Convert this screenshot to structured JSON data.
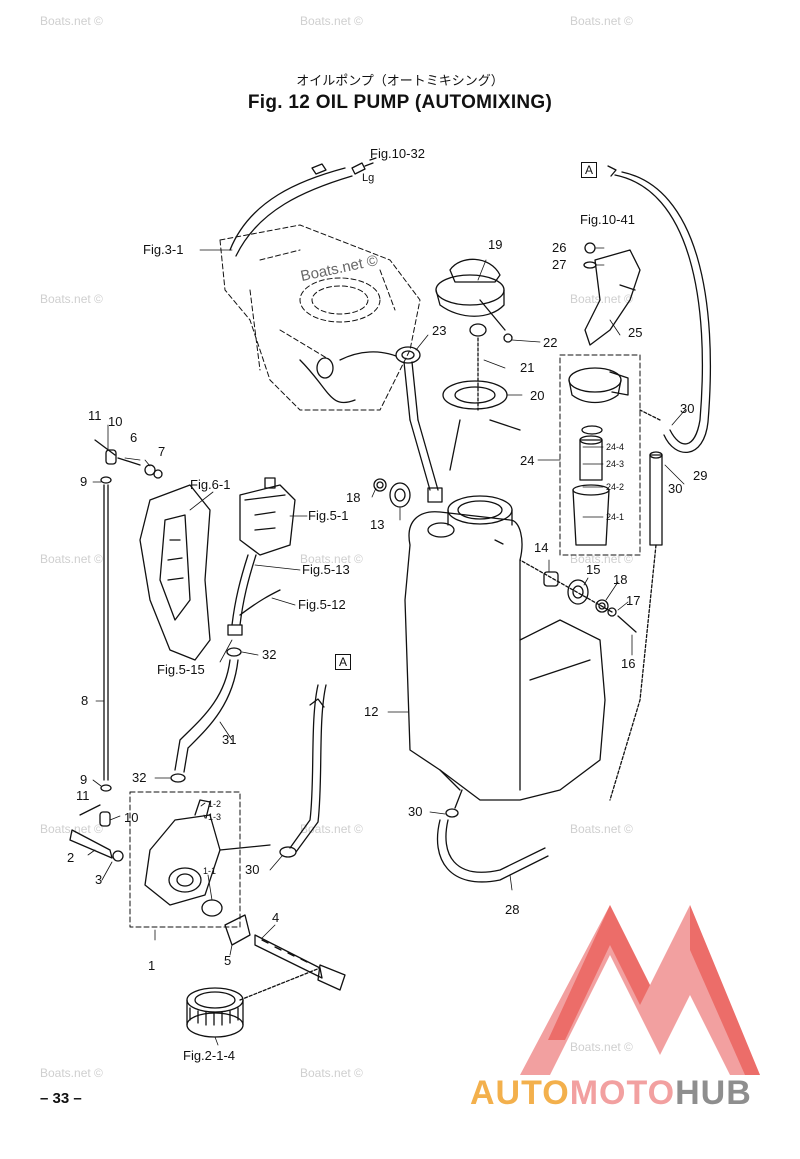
{
  "title": {
    "jp": "オイルポンプ（オートミキシング）",
    "en": "Fig. 12   OIL PUMP   (AUTOMIXING)"
  },
  "watermarks": [
    "Boats.net ©",
    "Boats.net ©",
    "Boats.net ©",
    "Boats.net ©",
    "Boats.net ©",
    "Boats.net ©",
    "Boats.net ©",
    "Boats.net ©",
    "Boats.net ©",
    "Boats.net ©",
    "Boats.net ©",
    "Boats.net ©",
    "Boats.net ©",
    "Boats.net ©"
  ],
  "center_watermark": "Boats.net ©",
  "labels": {
    "fig10_32": "Fig.10-32",
    "lg": "Lg",
    "fig3_1": "Fig.3-1",
    "ref_a_top": "A",
    "ref_a_mid": "A",
    "fig10_41": "Fig.10-41",
    "n19": "19",
    "n26": "26",
    "n27": "27",
    "n25": "25",
    "n22": "22",
    "n23": "23",
    "n21": "21",
    "n20": "20",
    "n30a": "30",
    "n29": "29",
    "n30b": "30",
    "n24": "24",
    "n24_4": "24-4",
    "n24_3": "24-3",
    "n24_2": "24-2",
    "n24_1": "24-1",
    "n11a": "11",
    "n10a": "10",
    "n6": "6",
    "n7": "7",
    "n9a": "9",
    "fig6_1": "Fig.6-1",
    "fig5_1": "Fig.5-1",
    "fig5_13": "Fig.5-13",
    "fig5_12": "Fig.5-12",
    "fig5_15": "Fig.5-15",
    "n32a": "32",
    "n18a": "18",
    "n13": "13",
    "n14": "14",
    "n15": "15",
    "n18b": "18",
    "n17": "17",
    "n16": "16",
    "n8": "8",
    "n12": "12",
    "n31": "31",
    "n32b": "32",
    "n9b": "9",
    "n11b": "11",
    "n10b": "10",
    "n1_2": "1-2",
    "n1_3": "1-3",
    "n2": "2",
    "n3": "3",
    "n30c": "30",
    "n1_1": "1-1",
    "n30d": "30",
    "n4": "4",
    "n5": "5",
    "n1": "1",
    "n28": "28",
    "fig2_1_4": "Fig.2-1-4"
  },
  "page_number": "– 33 –",
  "logo": {
    "part1": "AUTO",
    "part2": "MOTO",
    "part3": "HUB"
  },
  "colors": {
    "line": "#111111",
    "logo_red": "#e8443c",
    "logo_orange": "#f3b04c",
    "logo_gray": "#8e8e8e"
  }
}
